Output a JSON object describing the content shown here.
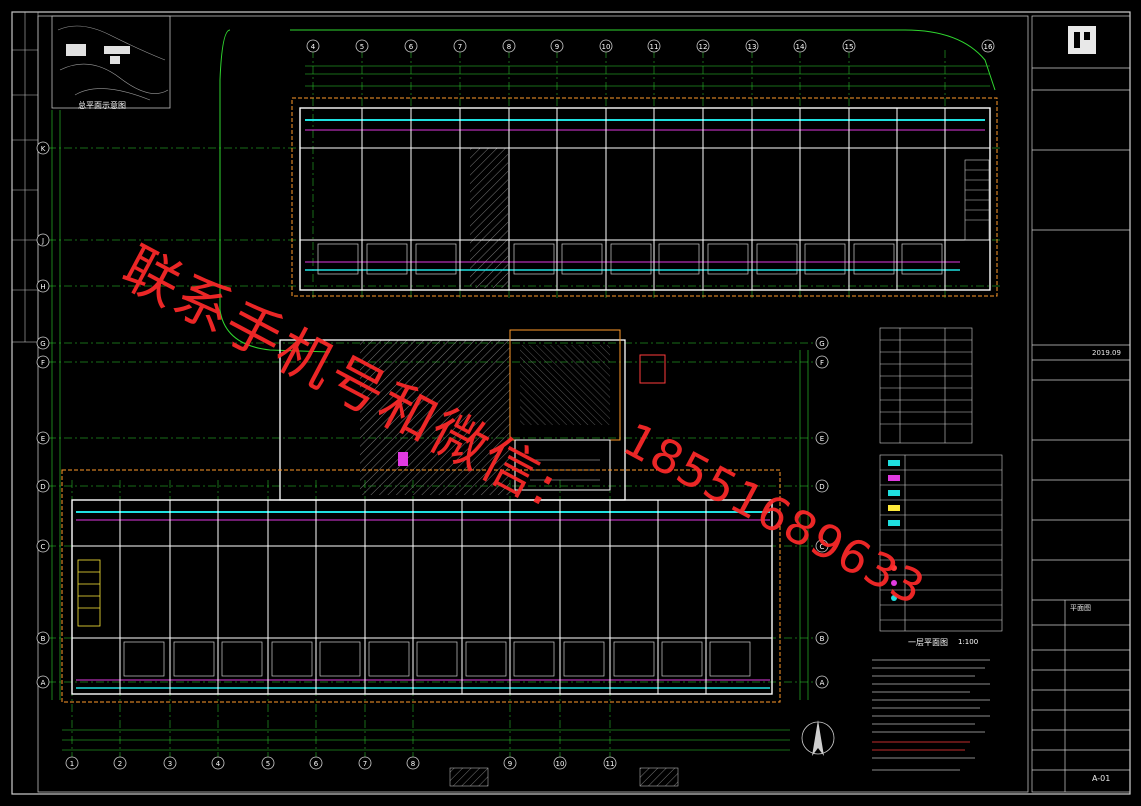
{
  "drawing": {
    "grid_top": [
      "4",
      "5",
      "6",
      "7",
      "8",
      "9",
      "10",
      "11",
      "12",
      "13",
      "14",
      "15",
      "16"
    ],
    "grid_bottom": [
      "1",
      "2",
      "3",
      "4",
      "5",
      "6",
      "7",
      "8",
      "9",
      "10",
      "11"
    ],
    "grid_rows": [
      "K",
      "J",
      "H",
      "G",
      "F",
      "E",
      "D",
      "C",
      "B",
      "A"
    ],
    "keyplan_label": "总平面示意图",
    "plan_title": "一层平面图",
    "plan_scale": "1:100"
  },
  "title_block": {
    "date": "2019.09",
    "project": "平面图",
    "sheet_no": "A-01"
  },
  "watermark": {
    "line1": "联系手机号和微信:",
    "line2": "18551689633"
  },
  "colors": {
    "background": "#000000",
    "wall": "#ffffff",
    "axis": "#2fd62f",
    "cyan": "#1fe0e0",
    "magenta": "#e13ae1",
    "orange": "#ff9a2a",
    "watermark": "#ff2a2a"
  }
}
